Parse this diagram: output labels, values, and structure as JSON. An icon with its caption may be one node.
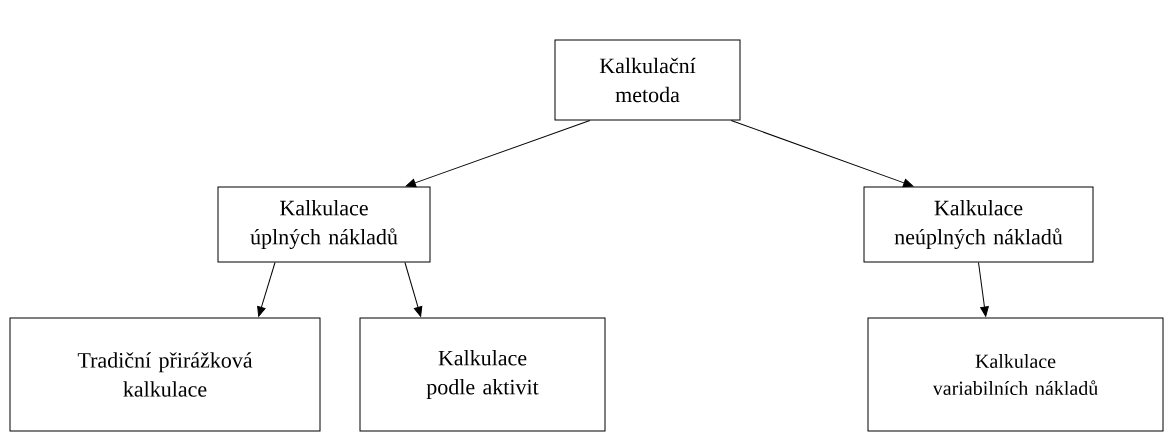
{
  "diagram": {
    "nodes": [
      {
        "text": [
          "Kalkulační metoda"
        ]
      },
      {
        "text": [
          "Kalkulace úplných nákladů"
        ]
      },
      {
        "text": [
          "Kalkulace neúplných nákladů"
        ]
      },
      {
        "text": [
          "Tradiční přirážková kalkulace"
        ]
      },
      {
        "text": [
          "Kalkulace podle aktivit"
        ]
      },
      {
        "text": [
          "Kalkulace variabilních nákladů"
        ]
      }
    ],
    "edges": [
      {
        "from": 0,
        "to": 1,
        "arrow": "to"
      },
      {
        "from": 0,
        "to": 2,
        "arrow": "to"
      },
      {
        "from": 1,
        "to": 3,
        "arrow": "to"
      },
      {
        "from": 1,
        "to": 4,
        "arrow": "to"
      },
      {
        "from": 2,
        "to": 5,
        "arrow": "to"
      }
    ]
  }
}
